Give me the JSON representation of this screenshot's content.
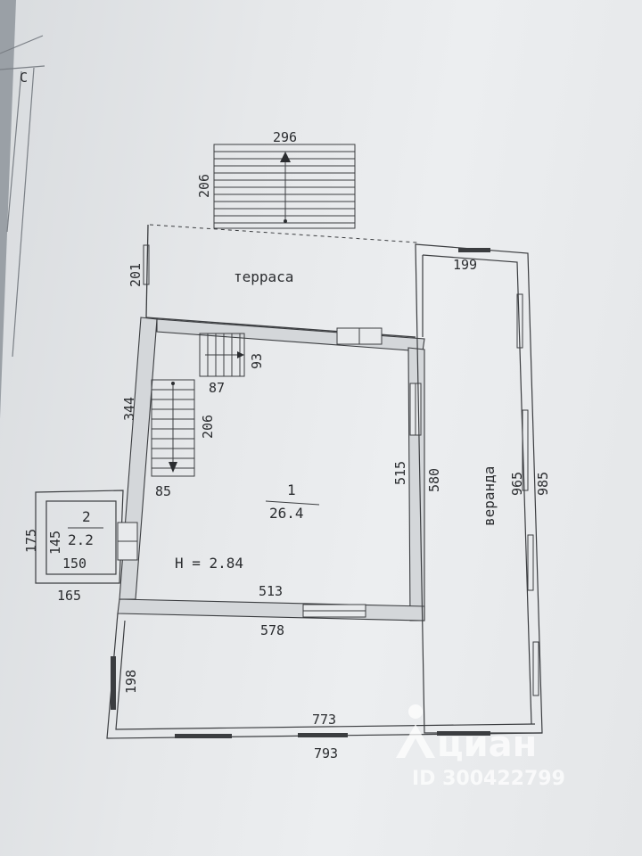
{
  "labels": {
    "terrace": "терраса",
    "veranda": "веранда",
    "room1_number": "1",
    "room1_area": "26.4",
    "room2_number": "2",
    "room2_area": "2.2",
    "height": "H = 2.84"
  },
  "dimensions": {
    "stairs_width": "296",
    "stairs_length": "206",
    "terrace_depth": "201",
    "veranda_top": "199",
    "inner_stair_upper_width": "87",
    "inner_stair_upper_length": "93",
    "inner_stair_lower_width": "85",
    "inner_stair_lower_length": "206",
    "left_wall": "344",
    "room1_height": "515",
    "room1_outer_height": "580",
    "room1_width": "513",
    "room1_outer_width": "578",
    "veranda_inner": "965",
    "veranda_outer": "985",
    "room2_outer_height": "175",
    "room2_inner_height": "145",
    "room2_inner_width": "150",
    "room2_outer_width": "165",
    "bottom_room_height": "198",
    "bottom_inner_width": "773",
    "bottom_outer_width": "793"
  },
  "corner_mark": "С",
  "watermark": {
    "brand": "циан",
    "id": "ID 300422799"
  }
}
